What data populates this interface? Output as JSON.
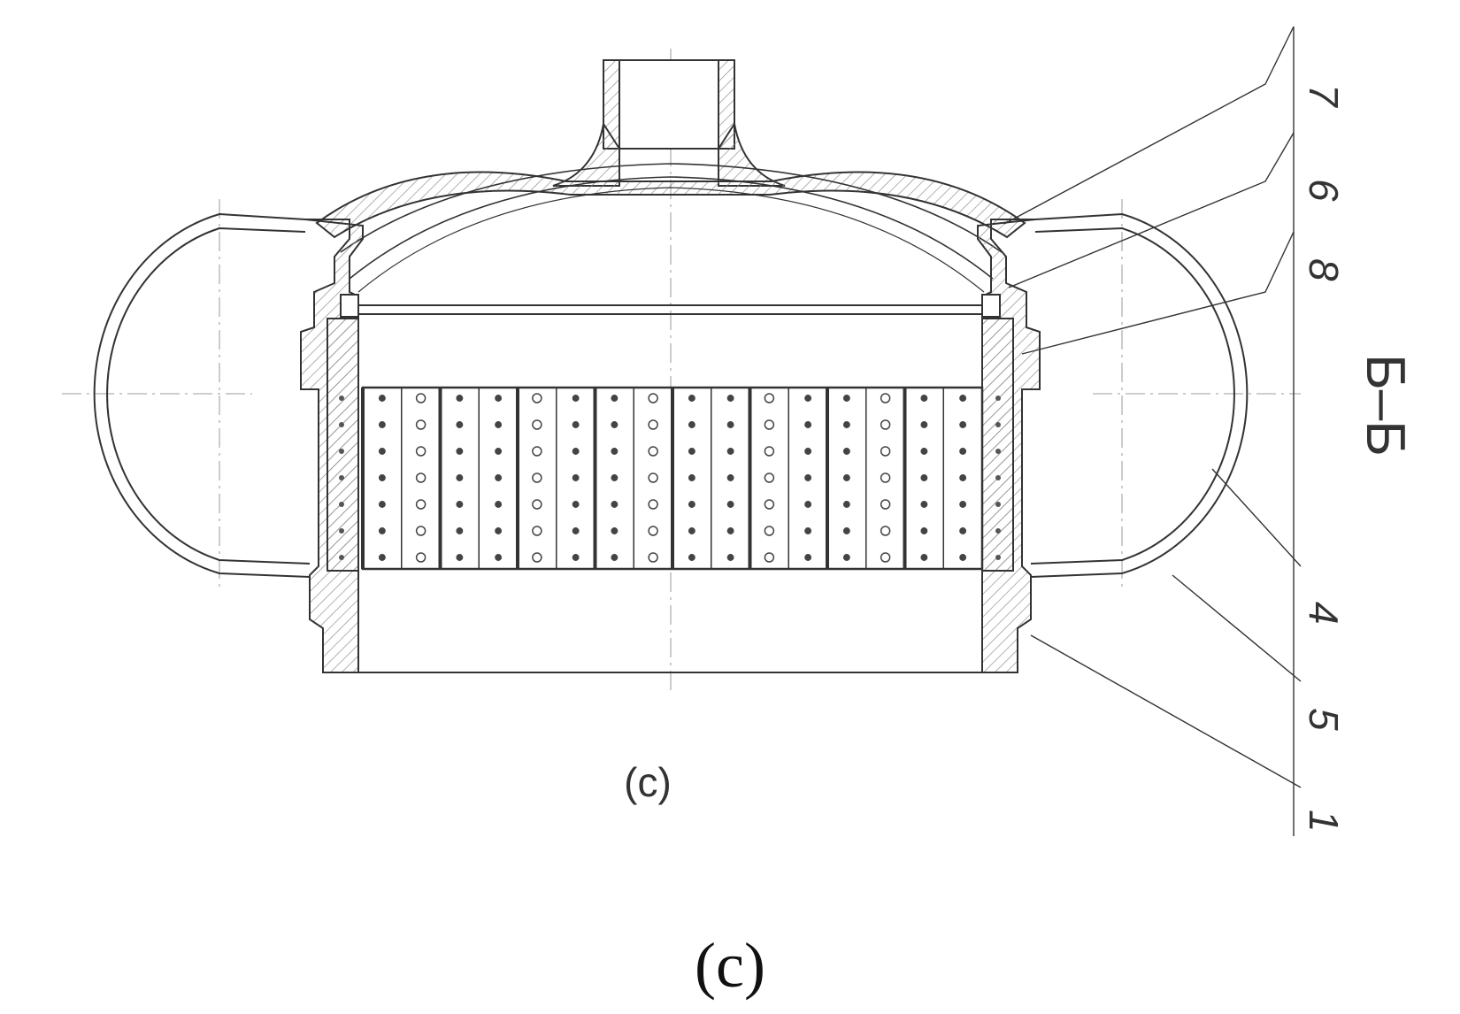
{
  "figure": {
    "section_label": "Б–Б",
    "inner_caption": "(c)",
    "outer_caption": "(c)",
    "callouts": [
      {
        "id": "7",
        "text": "7"
      },
      {
        "id": "6",
        "text": "6"
      },
      {
        "id": "8",
        "text": "8"
      },
      {
        "id": "4",
        "text": "4"
      },
      {
        "id": "5",
        "text": "5"
      },
      {
        "id": "1",
        "text": "1"
      }
    ],
    "colors": {
      "line": "#333333",
      "hatch": "#8a8a8a",
      "centerline": "#b0b0b0",
      "background": "#ffffff"
    }
  }
}
